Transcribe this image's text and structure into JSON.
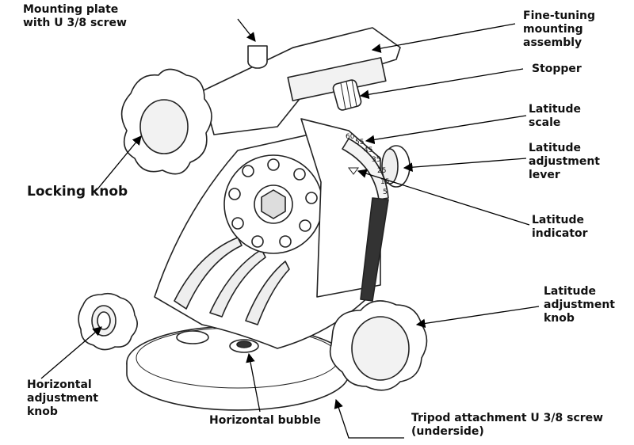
{
  "labels": {
    "mounting_plate": "Mounting plate\nwith U 3/8 screw",
    "fine_tuning": "Fine-tuning\nmounting\nassembly",
    "stopper": "Stopper",
    "latitude_scale": "Latitude\nscale",
    "latitude_lever": "Latitude\nadjustment\nlever",
    "latitude_indicator": "Latitude\nindicator",
    "latitude_knob": "Latitude\nadjustment\nknob",
    "locking_knob": "Locking knob",
    "horizontal_knob": "Horizontal\nadjustment\nknob",
    "horizontal_bubble": "Horizontal bubble",
    "tripod_screw": "Tripod attachment U 3/8 screw\n(underside)"
  },
  "scale_marks": [
    "5",
    "15",
    "25",
    "35",
    "45",
    "55",
    "60"
  ]
}
